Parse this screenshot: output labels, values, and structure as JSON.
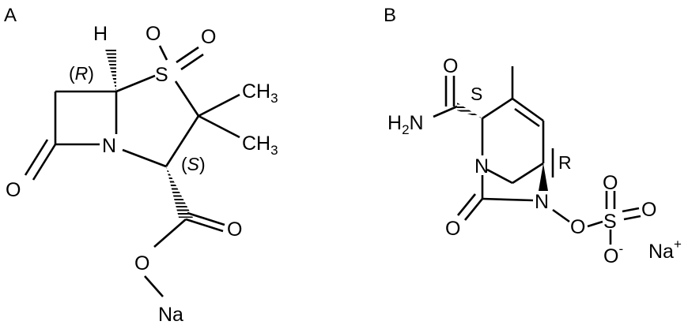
{
  "panels": [
    "A",
    "B"
  ],
  "structure_a": {
    "atoms": {
      "h": "H",
      "s": "S",
      "o_s1": "O",
      "o_s2": "O",
      "n": "N",
      "o_lactam": "O",
      "o_carbonyl": "O",
      "o_ester": "O",
      "na": "Na",
      "ch3_top": "CH",
      "ch3_top_sub": "3",
      "ch3_bottom": "CH",
      "ch3_bottom_sub": "3"
    },
    "stereo": {
      "r_label": "R",
      "s_label": "S",
      "open": "(",
      "close": ")"
    }
  },
  "structure_b": {
    "atoms": {
      "h2n": "H",
      "h2n_sub": "2",
      "h2n_n": "N",
      "o_amide": "O",
      "n_ring": "N",
      "n_right": "N",
      "o_urea": "O",
      "o_link": "O",
      "s_sulfate": "S",
      "o_top": "O",
      "o_right": "O",
      "o_minus": "O",
      "minus": "-",
      "na": "Na",
      "plus": "+"
    },
    "stereo": {
      "s_label": "S",
      "r_label": "R"
    }
  }
}
